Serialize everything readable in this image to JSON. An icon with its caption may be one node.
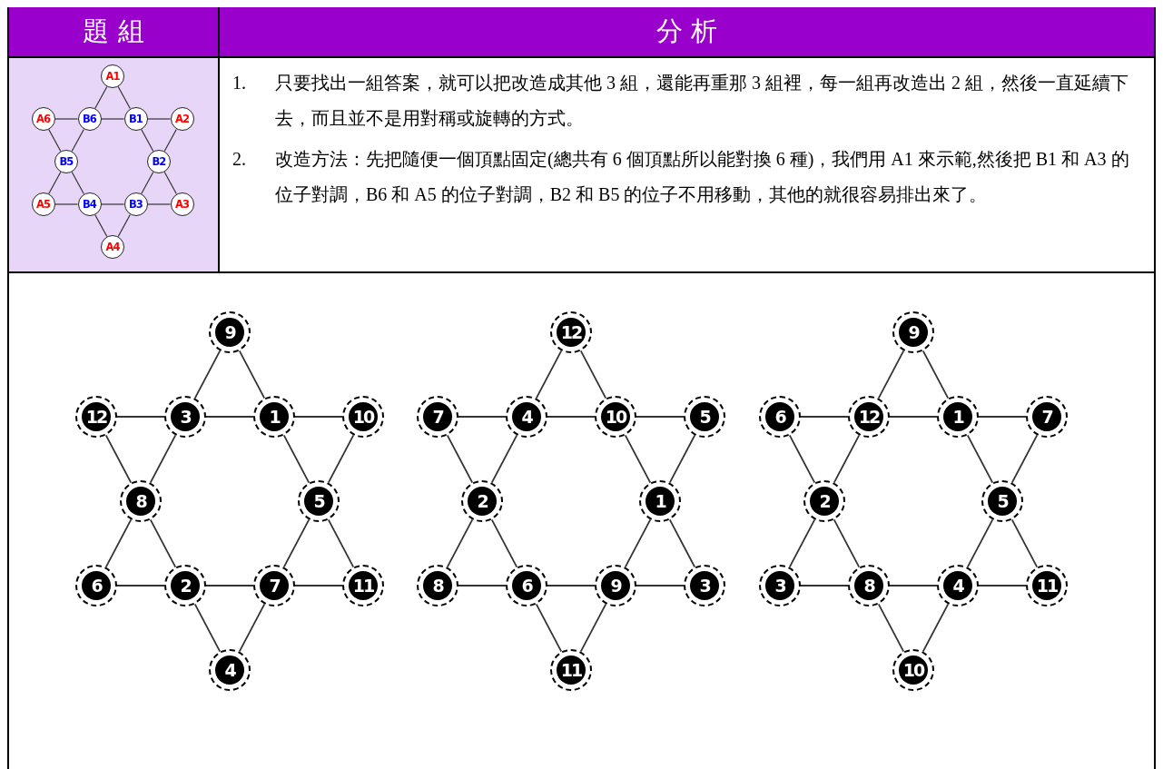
{
  "diagram": {
    "nodes": [
      {
        "text": [
          "A1"
        ]
      },
      {
        "text": [
          "A6"
        ]
      },
      {
        "text": [
          "B6"
        ]
      },
      {
        "text": [
          "B1"
        ]
      },
      {
        "text": [
          "A2"
        ]
      },
      {
        "text": [
          "B5"
        ]
      },
      {
        "text": [
          "B2"
        ]
      },
      {
        "text": [
          "A5"
        ]
      },
      {
        "text": [
          "B4"
        ]
      },
      {
        "text": [
          "B3"
        ]
      },
      {
        "text": [
          "A3"
        ]
      },
      {
        "text": [
          "A4"
        ]
      },
      {
        "text": [
          "9"
        ]
      },
      {
        "text": [
          "12"
        ]
      },
      {
        "text": [
          "3"
        ]
      },
      {
        "text": [
          "1"
        ]
      },
      {
        "text": [
          "10"
        ]
      },
      {
        "text": [
          "8"
        ]
      },
      {
        "text": [
          "5"
        ]
      },
      {
        "text": [
          "6"
        ]
      },
      {
        "text": [
          "2"
        ]
      },
      {
        "text": [
          "7"
        ]
      },
      {
        "text": [
          "11"
        ]
      },
      {
        "text": [
          "4"
        ]
      },
      {
        "text": [
          "12"
        ]
      },
      {
        "text": [
          "7"
        ]
      },
      {
        "text": [
          "4"
        ]
      },
      {
        "text": [
          "10"
        ]
      },
      {
        "text": [
          "5"
        ]
      },
      {
        "text": [
          "2"
        ]
      },
      {
        "text": [
          "1"
        ]
      },
      {
        "text": [
          "8"
        ]
      },
      {
        "text": [
          "6"
        ]
      },
      {
        "text": [
          "9"
        ]
      },
      {
        "text": [
          "3"
        ]
      },
      {
        "text": [
          "11"
        ]
      },
      {
        "text": [
          "9"
        ]
      },
      {
        "text": [
          "6"
        ]
      },
      {
        "text": [
          "12"
        ]
      },
      {
        "text": [
          "1"
        ]
      },
      {
        "text": [
          "7"
        ]
      },
      {
        "text": [
          "2"
        ]
      },
      {
        "text": [
          "5"
        ]
      },
      {
        "text": [
          "3"
        ]
      },
      {
        "text": [
          "8"
        ]
      },
      {
        "text": [
          "4"
        ]
      },
      {
        "text": [
          "11"
        ]
      },
      {
        "text": [
          "10"
        ]
      }
    ],
    "edges": [
      {
        "from": 0,
        "to": 2,
        "arrow": "none"
      },
      {
        "from": 0,
        "to": 3,
        "arrow": "none"
      },
      {
        "from": 1,
        "to": 2,
        "arrow": "none"
      },
      {
        "from": 2,
        "to": 3,
        "arrow": "none"
      },
      {
        "from": 3,
        "to": 4,
        "arrow": "none"
      },
      {
        "from": 1,
        "to": 5,
        "arrow": "none"
      },
      {
        "from": 2,
        "to": 5,
        "arrow": "none"
      },
      {
        "from": 3,
        "to": 6,
        "arrow": "none"
      },
      {
        "from": 4,
        "to": 6,
        "arrow": "none"
      },
      {
        "from": 5,
        "to": 7,
        "arrow": "none"
      },
      {
        "from": 5,
        "to": 8,
        "arrow": "none"
      },
      {
        "from": 6,
        "to": 9,
        "arrow": "none"
      },
      {
        "from": 6,
        "to": 10,
        "arrow": "none"
      },
      {
        "from": 7,
        "to": 8,
        "arrow": "none"
      },
      {
        "from": 8,
        "to": 9,
        "arrow": "none"
      },
      {
        "from": 9,
        "to": 10,
        "arrow": "none"
      },
      {
        "from": 8,
        "to": 11,
        "arrow": "none"
      },
      {
        "from": 9,
        "to": 11,
        "arrow": "none"
      },
      {
        "from": 12,
        "to": 14,
        "arrow": "none"
      },
      {
        "from": 12,
        "to": 15,
        "arrow": "none"
      },
      {
        "from": 13,
        "to": 14,
        "arrow": "none"
      },
      {
        "from": 14,
        "to": 15,
        "arrow": "none"
      },
      {
        "from": 15,
        "to": 16,
        "arrow": "none"
      },
      {
        "from": 13,
        "to": 17,
        "arrow": "none"
      },
      {
        "from": 14,
        "to": 17,
        "arrow": "none"
      },
      {
        "from": 15,
        "to": 18,
        "arrow": "none"
      },
      {
        "from": 16,
        "to": 18,
        "arrow": "none"
      },
      {
        "from": 17,
        "to": 19,
        "arrow": "none"
      },
      {
        "from": 17,
        "to": 20,
        "arrow": "none"
      },
      {
        "from": 18,
        "to": 21,
        "arrow": "none"
      },
      {
        "from": 18,
        "to": 22,
        "arrow": "none"
      },
      {
        "from": 19,
        "to": 20,
        "arrow": "none"
      },
      {
        "from": 20,
        "to": 21,
        "arrow": "none"
      },
      {
        "from": 21,
        "to": 22,
        "arrow": "none"
      },
      {
        "from": 20,
        "to": 23,
        "arrow": "none"
      },
      {
        "from": 21,
        "to": 23,
        "arrow": "none"
      },
      {
        "from": 24,
        "to": 26,
        "arrow": "none"
      },
      {
        "from": 24,
        "to": 27,
        "arrow": "none"
      },
      {
        "from": 25,
        "to": 26,
        "arrow": "none"
      },
      {
        "from": 26,
        "to": 27,
        "arrow": "none"
      },
      {
        "from": 27,
        "to": 28,
        "arrow": "none"
      },
      {
        "from": 25,
        "to": 29,
        "arrow": "none"
      },
      {
        "from": 26,
        "to": 29,
        "arrow": "none"
      },
      {
        "from": 27,
        "to": 30,
        "arrow": "none"
      },
      {
        "from": 28,
        "to": 30,
        "arrow": "none"
      },
      {
        "from": 29,
        "to": 31,
        "arrow": "none"
      },
      {
        "from": 29,
        "to": 32,
        "arrow": "none"
      },
      {
        "from": 30,
        "to": 33,
        "arrow": "none"
      },
      {
        "from": 30,
        "to": 34,
        "arrow": "none"
      },
      {
        "from": 31,
        "to": 32,
        "arrow": "none"
      },
      {
        "from": 32,
        "to": 33,
        "arrow": "none"
      },
      {
        "from": 33,
        "to": 34,
        "arrow": "none"
      },
      {
        "from": 32,
        "to": 35,
        "arrow": "none"
      },
      {
        "from": 33,
        "to": 35,
        "arrow": "none"
      },
      {
        "from": 36,
        "to": 38,
        "arrow": "none"
      },
      {
        "from": 36,
        "to": 39,
        "arrow": "none"
      },
      {
        "from": 37,
        "to": 38,
        "arrow": "none"
      },
      {
        "from": 38,
        "to": 39,
        "arrow": "none"
      },
      {
        "from": 39,
        "to": 40,
        "arrow": "none"
      },
      {
        "from": 37,
        "to": 41,
        "arrow": "none"
      },
      {
        "from": 38,
        "to": 41,
        "arrow": "none"
      },
      {
        "from": 39,
        "to": 42,
        "arrow": "none"
      },
      {
        "from": 40,
        "to": 42,
        "arrow": "none"
      },
      {
        "from": 41,
        "to": 43,
        "arrow": "none"
      },
      {
        "from": 41,
        "to": 44,
        "arrow": "none"
      },
      {
        "from": 42,
        "to": 45,
        "arrow": "none"
      },
      {
        "from": 42,
        "to": 46,
        "arrow": "none"
      },
      {
        "from": 43,
        "to": 44,
        "arrow": "none"
      },
      {
        "from": 44,
        "to": 45,
        "arrow": "none"
      },
      {
        "from": 45,
        "to": 46,
        "arrow": "none"
      },
      {
        "from": 44,
        "to": 47,
        "arrow": "none"
      },
      {
        "from": 45,
        "to": 47,
        "arrow": "none"
      }
    ],
    "labels": [
      "題 組",
      "分 析",
      "1.",
      "只要找出一組答案，就可以把改造成其他 3 組，還能再重那 3 組裡，每一組再改造出 2 組，然後一直延續下去，而且並不是用對稱或旋轉的方式。",
      "2.",
      "改造方法：先把隨便一個頂點固定(總共有 6 個頂點所以能對換 6 種)，我們用 A1 來示範,然後把 B1 和 A3 的位子對調，B6 和 A5 的位子對調，B2 和 B5 的位子不用移動，其他的就很容易排出來了。"
    ]
  }
}
